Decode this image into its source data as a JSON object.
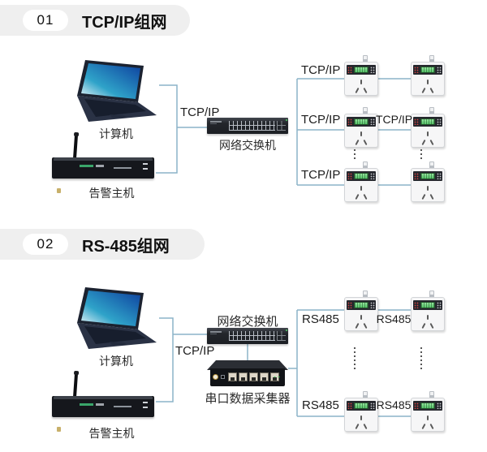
{
  "colors": {
    "wire": "#8cb4c8",
    "header_pill_bg": "#efefef",
    "number_pill_bg": "#ffffff"
  },
  "sections": [
    {
      "number": "01",
      "title": "TCP/IP组网",
      "device_labels": {
        "computer": "计算机",
        "alarm_host": "告警主机",
        "switch": "网络交换机"
      },
      "link_labels": {
        "uplink": "TCP/IP",
        "row1_left": "TCP/IP",
        "row2_left": "TCP/IP",
        "row2_mid": "TCP/IP",
        "row3_left": "TCP/IP"
      }
    },
    {
      "number": "02",
      "title": "RS-485组网",
      "device_labels": {
        "computer": "计算机",
        "alarm_host": "告警主机",
        "switch": "网络交换机",
        "collector": "串口数据采集器"
      },
      "link_labels": {
        "uplink": "TCP/IP",
        "row1_left": "RS485",
        "row1_mid": "RS485",
        "row2_left": "RS485",
        "row2_mid": "RS485"
      }
    }
  ]
}
